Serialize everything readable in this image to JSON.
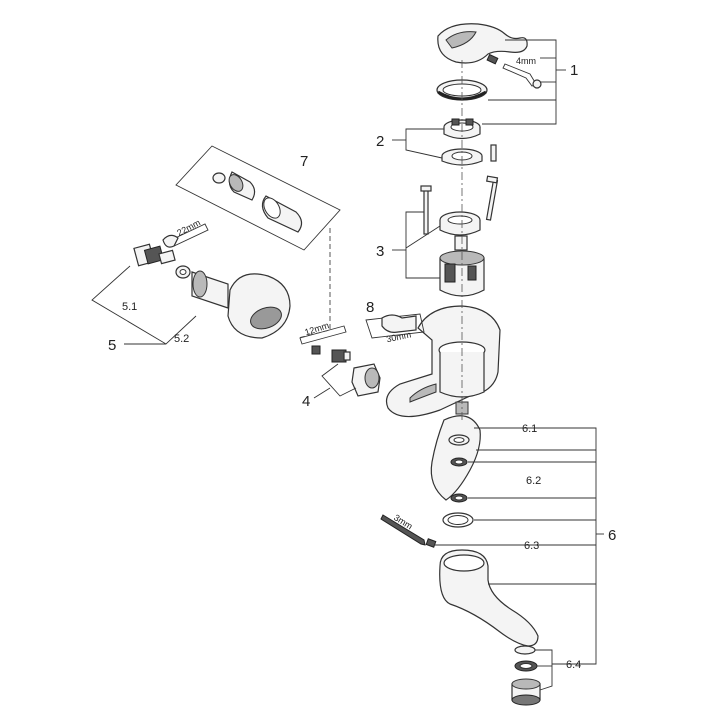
{
  "labels": {
    "l1": "1",
    "l2": "2",
    "l3": "3",
    "l4": "4",
    "l5": "5",
    "l5_1": "5.1",
    "l5_2": "5.2",
    "l6": "6",
    "l6_1": "6.1",
    "l6_2": "6.2",
    "l6_3": "6.3",
    "l6_4": "6.4",
    "l7": "7",
    "l8": "8"
  },
  "dimensions": {
    "d4mm": "4mm",
    "d22mm": "22mm",
    "d12mm": "12mm",
    "d30mm": "30mm",
    "d3mm": "3mm"
  }
}
